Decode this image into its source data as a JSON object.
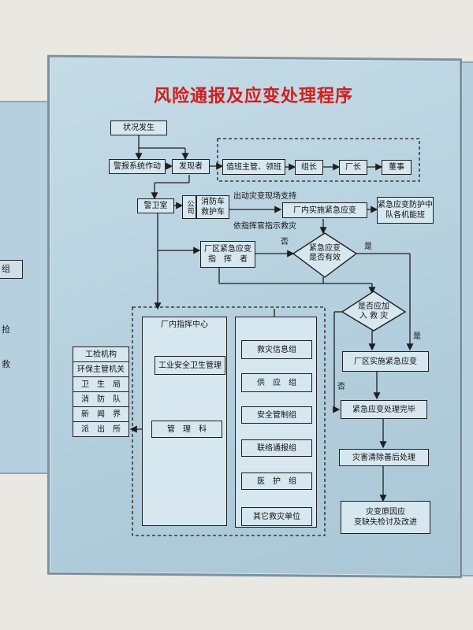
{
  "title": "风险通报及应变处理程序",
  "nodes": {
    "incident": "状况发生",
    "alarm_system": "警报系统作动",
    "discoverer": "发现者",
    "shift_supervisor": "值班主管、领班",
    "team_leader": "组长",
    "plant_manager": "厂长",
    "chairman": "董事",
    "guard_room": "警卫室",
    "company": "公司",
    "fire_truck": "消防车",
    "ambulance": "救护车",
    "plant_emergency": "厂内实施紧急应变",
    "protection_team": "紧急应变防护中队各机能班",
    "area_commander_l1": "厂区紧急应变",
    "area_commander_l2": "指　挥　者",
    "effective_q_l1": "紧急应变",
    "effective_q_l2": "是否有效",
    "join_rescue_q_l1": "是否应加",
    "join_rescue_q_l2": "入 救 灾",
    "area_emergency": "厂区实施紧急应变",
    "emergency_done": "紧急应变处理完毕",
    "aftermath": "灾害清除善后处理",
    "review_l1": "灾变原因应",
    "review_l2": "变缺失检讨及改进",
    "command_center": "厂内指挥中心",
    "ehs_management": "工业安全卫生管理",
    "management_dept": "管　理　科",
    "info_group": "救灾信息组",
    "supply_group": "供　应　组",
    "security_group": "安全管制组",
    "liaison_group": "联络通报组",
    "medical_group": "医　护　组",
    "other_units": "其它救灾单位"
  },
  "external_agencies": [
    "工检机构",
    "环保主管机关",
    "卫　生　局",
    "消　防　队",
    "新　闻　界",
    "派　出　所"
  ],
  "edge_labels": {
    "support": "出动灾变现场支持",
    "rescue_cmd": "依指挥官指示救灾",
    "no": "否",
    "yes": "是"
  },
  "left_panel": {
    "fragment_1": "组",
    "fragment_2": "抢",
    "fragment_3": "",
    "fragment_4": "救"
  }
}
